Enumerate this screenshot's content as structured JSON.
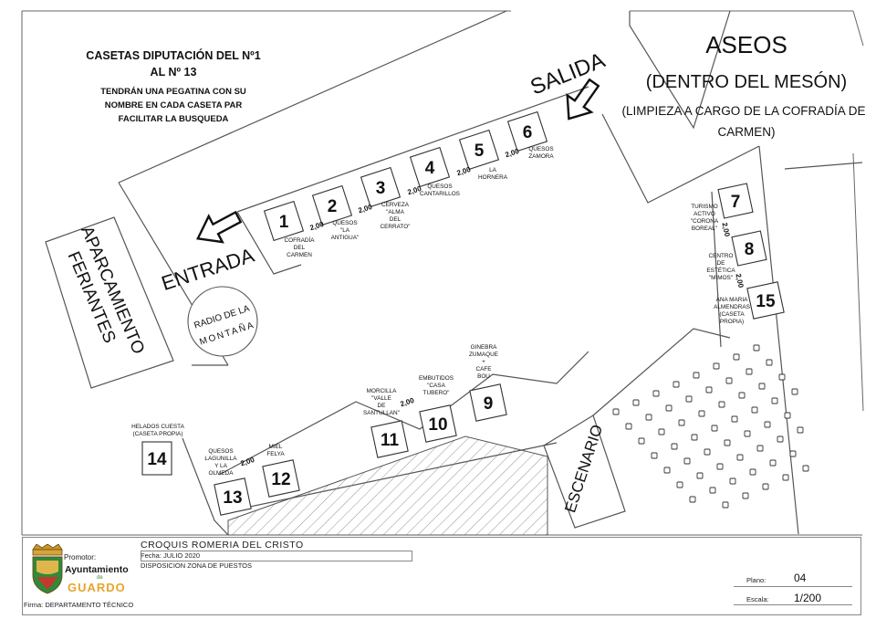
{
  "notice": {
    "line1": "CASETAS DIPUTACIÓN DEL Nº1",
    "line2": "AL Nº 13",
    "line3": "TENDRÁN UNA PEGATINA CON SU",
    "line4": "NOMBRE EN CADA CASETA PAR",
    "line5": "FACILITAR LA BUSQUEDA"
  },
  "aseos": {
    "title": "ASEOS",
    "sub": "(DENTRO DEL MESÓN)",
    "note1": "(LIMPIEZA A CARGO DE LA COFRADÍA DE",
    "note2": "CARMEN)"
  },
  "areas": {
    "salida": "SALIDA",
    "entrada": "ENTRADA",
    "parking1": "APARCAMIENTO",
    "parking2": "FERIANTES",
    "radio1": "RADIO DE LA",
    "radio2": "MONTAÑA",
    "stage": "ESCENARIO"
  },
  "distance": "2,00",
  "booths": [
    {
      "n": "1",
      "l": [
        "COFRADÍA",
        "DEL",
        "CARMEN"
      ]
    },
    {
      "n": "2",
      "l": [
        "QUESOS",
        "\"LA",
        "ANTIGUA\""
      ]
    },
    {
      "n": "3",
      "l": [
        "CERVEZA",
        "\"ALMA",
        "DEL",
        "CERRATO\""
      ]
    },
    {
      "n": "4",
      "l": [
        "QUESOS",
        "CANTARILLOS"
      ]
    },
    {
      "n": "5",
      "l": [
        "LA",
        "HORNERA"
      ]
    },
    {
      "n": "6",
      "l": [
        "QUESOS",
        "ZAMORA"
      ]
    },
    {
      "n": "7",
      "l": [
        "TURISMO",
        "ACTIVO",
        "\"CORONA",
        "BOREAL\""
      ]
    },
    {
      "n": "8",
      "l": [
        "CENTRO",
        "DE",
        "ESTÉTICA",
        "\"MIMOS\""
      ]
    },
    {
      "n": "15",
      "l": [
        "ANA MARIA",
        "ALMENDRAS",
        "(CASETA",
        "PROPIA)"
      ]
    },
    {
      "n": "9",
      "l": [
        "GINEBRA",
        "ZUMAQUE",
        "+",
        "CAFE",
        "BOU"
      ]
    },
    {
      "n": "10",
      "l": [
        "EMBUTIDOS",
        "\"CASA",
        "TUBERO\""
      ]
    },
    {
      "n": "11",
      "l": [
        "MORCILLA",
        "\"VALLE",
        "DE",
        "SANTULLAN\""
      ]
    },
    {
      "n": "12",
      "l": [
        "MIEL",
        "FELYA"
      ]
    },
    {
      "n": "13",
      "l": [
        "QUESOS",
        "LAGUNILLA",
        "Y LA",
        "OLMEDA"
      ]
    },
    {
      "n": "14",
      "l": [
        "HELADOS CUESTA",
        "(CASETA PROPIA)"
      ]
    }
  ],
  "footer": {
    "promotor": "Promotor:",
    "logo1": "Ayuntamiento",
    "logo2": "de",
    "logo3": "GUARDO",
    "title": "CROQUIS ROMERIA DEL CRISTO",
    "fecha": "Fecha: JULIO 2020",
    "disp": "DISPOSICION ZONA DE PUESTOS",
    "firma": "Firma: DEPARTAMENTO TÉCNICO",
    "plano_label": "Plano:",
    "plano_value": "04",
    "escala_label": "Escala:",
    "escala_value": "1/200"
  }
}
